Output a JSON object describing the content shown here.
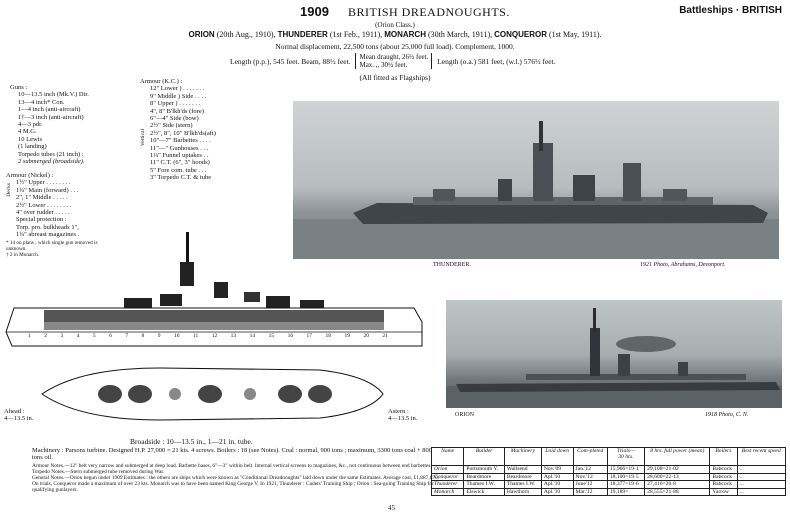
{
  "header": {
    "year": "1909",
    "title": "BRITISH DREADNOUGHTS.",
    "section": "Battleships · BRITISH",
    "class": "(Orion Class.)",
    "names": [
      {
        "name": "ORION",
        "date": "(20th Aug., 1910),"
      },
      {
        "name": "THUNDERER",
        "date": "(1st Feb., 1911),"
      },
      {
        "name": "MONARCH",
        "date": "(30th March, 1911),"
      },
      {
        "name": "CONQUEROR",
        "date": "(1st May, 1911)."
      }
    ],
    "displacement": "Normal displacement, 22,500 tons (about 25,000 full load). Complement, 1000.",
    "length_pp": "Length (p.p.), 545 feet.  Beam, 88½ feet.",
    "mean": "Mean draught, 26½ feet.",
    "max": "Max.            ,,    30½ feet.",
    "length_oa": "Length (o.a.) 581 feet, (w.l.) 576½ feet.",
    "fitted": "(All fitted as Flagships)"
  },
  "guns": {
    "title": "Guns :",
    "lines": [
      "10—13.5 inch (Mk.V.)  Dir.",
      "13—4 inch*            Con.",
      "1—4 inch (anti-aircraft)",
      "1†—3 inch (anti-aircraft)",
      "4—3 pdr.",
      "4 M.G.",
      "10 Lewis",
      "(1 landing)",
      "Torpedo tubes (21 inch) :",
      "2 submerged (broadside)."
    ]
  },
  "armour_kc": {
    "title": "Armour (K.C.) :",
    "lines": [
      "12\" Lower ) . . . . . . .",
      "9\" Middle ) Side . . . .",
      "8\" Upper ) . . . . . . .",
      "4\", 8\" B'lkh'ds (fore)",
      "6\"—4\" Side (bow)",
      "2½\" Side (stern)",
      "2½\", 8\", 10\" B'lkh'ds(aft)",
      "10\"—7\" Barbettes . . . .",
      "11\"—\" Gunhouses . . .",
      "1¼\" Funnel uptakes . .",
      "11\" C.T. (6\", 3\" hoods)",
      "5\" Fore com. tube . . .",
      "3\" Torpedo C.T. & tube"
    ],
    "vertical_label": "Vertical"
  },
  "armour_nickel": {
    "title": "Armour (Nickel) :",
    "decks_label": "Decks",
    "lines": [
      "1½\" Upper . . . . . . . .",
      "1¾\" Main (forward) . . .",
      "2\", 1\" Middle . . . . .",
      "2½\" Lower . . . . . . . .",
      "4\" over rudder . . . . .",
      "Special protection :",
      "Torp. pro. bulkheads 1\",",
      "1¾\" abreast magazines ."
    ],
    "notes": [
      "* 14 on plans ; which single gun removed is unknown.",
      "† 2 in Monarch."
    ]
  },
  "photos": {
    "top_caption_left": "THUNDERER.",
    "top_caption_right": "1921 Photo, Abrahams, Devonport.",
    "bottom_caption_left": "ORION",
    "bottom_caption_right": "1918 Photo, C. N."
  },
  "plan": {
    "side_numbers": [
      "1",
      "2",
      "3",
      "4",
      "5",
      "6",
      "7",
      "8",
      "9",
      "10",
      "11",
      "12",
      "13",
      "14",
      "15",
      "16",
      "17",
      "18",
      "19",
      "20",
      "21"
    ],
    "ahead": "Ahead :",
    "ahead_guns": "4—13.5 in.",
    "astern": "Astern :",
    "astern_guns": "4—13.5 in."
  },
  "broadside": "Broadside : 10—13.5 in., 1—21 in. tube.",
  "machinery": "Machinery : Parsons turbine. Designed H.P. 27,000 = 21 kts. 4 screws. Boilers : 18 (see Notes). Coal : normal, 900 tons ; maximum, 3300 tons coal + 800 tons oil.",
  "notes": {
    "armour": "Armour Notes.—12\" belt very narrow and submerged at deep load. Barbette bases, 6\"—3\" within belt. Internal vertical screens to magazines, &c., not continuous between end barbettes.",
    "torpedo": "Torpedo Notes.—Stern submerged tube removed during War.",
    "general": "General Notes.—Orion begun under 1909 Estimates : the others are ships which were known as \"Conditional Dreadnoughts\" laid down under the same Estimates. Average cost, £1,887,870. On trials, Conqueror made a maximum of over 23 kts. Monarch was to have been named King George V. In 1921, Thunderer : Cadets' Training Ship ; Orion : Sea-going Training Ship for qualifying gunlayers."
  },
  "trials_table": {
    "headers": [
      "Name",
      "Builder",
      "Machinery",
      "Laid down",
      "Com-pleted",
      "30 hrs.",
      "8 hrs. full power (mean)",
      "Boilers",
      "Best recent speed"
    ],
    "trials_label": "Trials—",
    "rows": [
      [
        "Orion",
        "Portsmouth Y.",
        "Wallsend",
        "Nov.'09",
        "Jan.'12",
        "15,966=19·1",
        "29,108=21·02",
        "Babcock",
        "..."
      ],
      [
        "Conqueror",
        "Beardmore",
        "Beardmore",
        "Apl.'10",
        "Nov.'12",
        "18,100=19·5",
        "28,600=22·13",
        "Babcock",
        "..."
      ],
      [
        "Thunderer",
        "Thames I.W.",
        "Thames I.W.",
        "Apl.'10",
        "June'12",
        "18,377=19·6",
        "27,416=20·8",
        "Babcock",
        "..."
      ],
      [
        "Monarch",
        "Elswick",
        "Hawthorn",
        "Apl.'10",
        "Mar.'12",
        "19,189=",
        "28,555=21·88",
        "Yarrow",
        "..."
      ]
    ]
  },
  "page_number": "45"
}
